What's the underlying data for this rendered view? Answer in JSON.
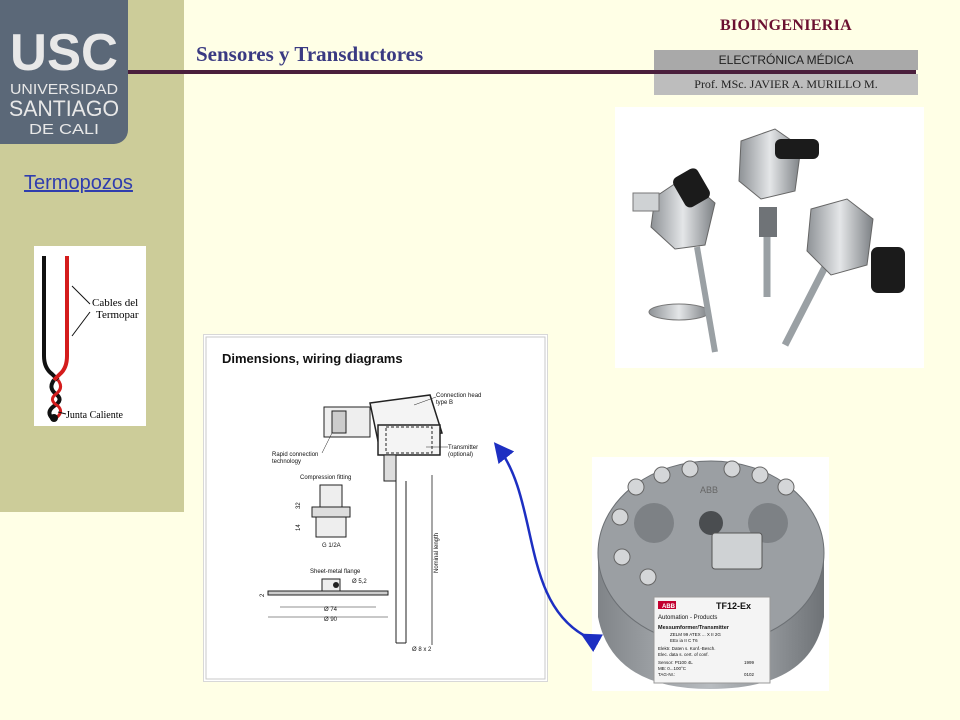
{
  "logo": {
    "line1": "USC",
    "line2": "UNIVERSIDAD",
    "line3": "SANTIAGO",
    "line4": "DE  CALI"
  },
  "header": {
    "title": "Sensores y Transductores",
    "department": "BIOINGENIERIA",
    "subject": "ELECTRÓNICA  MÉDICA",
    "professor": "Prof. MSc. JAVIER  A. MURILLO M."
  },
  "sidebar": {
    "link": "Termopozos"
  },
  "thermocouple": {
    "label_cables_1": "Cables del",
    "label_cables_2": "Termopar",
    "label_junction": "Junta Caliente"
  },
  "diagram": {
    "heading": "Dimensions, wiring diagrams",
    "connection_head": "Connection head",
    "type_b": "type B",
    "rapid_1": "Rapid connection",
    "rapid_2": "technology",
    "transmitter": "Transmitter",
    "optional": "(optional)",
    "compression": "Compression fitting",
    "dim_32": "32",
    "dim_14": "14",
    "g12a": "G 1/2A",
    "nominal": "Nominal length",
    "flange": "Sheet-metal flange",
    "d52": "Ø 5,2",
    "d74": "Ø 74",
    "d90": "Ø 90",
    "d8x2": "Ø 8 x 2",
    "dim_2": "2"
  },
  "transmitter": {
    "brand": "ABB",
    "model": "TF12-Ex",
    "company": "Automation - Products",
    "l1": "Messumformer/Transmitter",
    "l2": "ZELM 99 ATEX ... X II 2G",
    "l3": "EEx ia II C T6",
    "l4": "Elektr. Daten s. Konf.-Besch.",
    "l5": "Elec. data s. cert. of conf.",
    "l6": "Sensor: Pt100 4L",
    "l7": "MB: 0...100°C",
    "l8": "TAG-Nr.:",
    "year": "1999",
    "code": "0102",
    "top_brand": "ABB"
  }
}
